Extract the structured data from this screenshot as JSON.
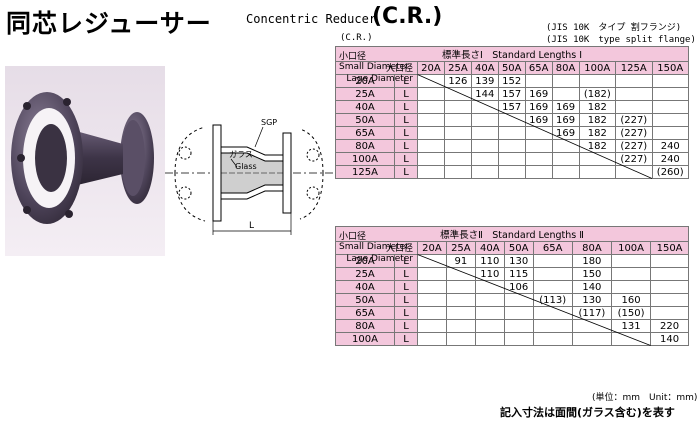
{
  "header": {
    "title_jp": "同芯レジューサー",
    "title_en": "Concentric Reducer",
    "title_code": "(C.R.)",
    "subtitle_code": "(C.R.)",
    "jis_line1": "(JIS 10K　タイプ 割フランジ)",
    "jis_line2": "(JIS 10K　type split flange)"
  },
  "drawing": {
    "label_sgp": "SGP",
    "label_glass_jp": "ガラス",
    "label_glass_en": "Glass",
    "label_length": "L"
  },
  "table1": {
    "title": "標準長さⅠ　Standard Lengths Ⅰ",
    "corner_large_jp": "大口径",
    "corner_large_en": "Lage Diameter",
    "corner_small_jp": "小口径",
    "corner_small_en": "Small Diameter",
    "columns": [
      "20A",
      "25A",
      "40A",
      "50A",
      "65A",
      "80A",
      "100A",
      "125A",
      "150A"
    ],
    "rows": [
      {
        "size": "20A",
        "unit": "L",
        "cells": [
          "",
          "126",
          "139",
          "152",
          "",
          "",
          "",
          "",
          ""
        ]
      },
      {
        "size": "25A",
        "unit": "L",
        "cells": [
          "",
          "",
          "144",
          "157",
          "169",
          "",
          "(182)",
          "",
          ""
        ]
      },
      {
        "size": "40A",
        "unit": "L",
        "cells": [
          "",
          "",
          "",
          "157",
          "169",
          "169",
          "182",
          "",
          ""
        ]
      },
      {
        "size": "50A",
        "unit": "L",
        "cells": [
          "",
          "",
          "",
          "",
          "169",
          "169",
          "182",
          "(227)",
          ""
        ]
      },
      {
        "size": "65A",
        "unit": "L",
        "cells": [
          "",
          "",
          "",
          "",
          "",
          "169",
          "182",
          "(227)",
          ""
        ]
      },
      {
        "size": "80A",
        "unit": "L",
        "cells": [
          "",
          "",
          "",
          "",
          "",
          "",
          "182",
          "(227)",
          "240"
        ]
      },
      {
        "size": "100A",
        "unit": "L",
        "cells": [
          "",
          "",
          "",
          "",
          "",
          "",
          "",
          "(227)",
          "240"
        ]
      },
      {
        "size": "125A",
        "unit": "L",
        "cells": [
          "",
          "",
          "",
          "",
          "",
          "",
          "",
          "",
          "(260)"
        ]
      }
    ]
  },
  "table2": {
    "title": "標準長さⅡ　Standard Lengths Ⅱ",
    "corner_large_jp": "大口径",
    "corner_large_en": "Lage Diameter",
    "corner_small_jp": "小口径",
    "corner_small_en": "Small Diameter",
    "columns": [
      "20A",
      "25A",
      "40A",
      "50A",
      "65A",
      "80A",
      "100A",
      "150A"
    ],
    "rows": [
      {
        "size": "20A",
        "unit": "L",
        "cells": [
          "",
          "91",
          "110",
          "130",
          "",
          "180",
          "",
          ""
        ]
      },
      {
        "size": "25A",
        "unit": "L",
        "cells": [
          "",
          "",
          "110",
          "115",
          "",
          "150",
          "",
          ""
        ]
      },
      {
        "size": "40A",
        "unit": "L",
        "cells": [
          "",
          "",
          "",
          "106",
          "",
          "140",
          "",
          ""
        ]
      },
      {
        "size": "50A",
        "unit": "L",
        "cells": [
          "",
          "",
          "",
          "",
          "(113)",
          "130",
          "160",
          ""
        ]
      },
      {
        "size": "65A",
        "unit": "L",
        "cells": [
          "",
          "",
          "",
          "",
          "",
          "(117)",
          "(150)",
          ""
        ]
      },
      {
        "size": "80A",
        "unit": "L",
        "cells": [
          "",
          "",
          "",
          "",
          "",
          "",
          "131",
          "220"
        ]
      },
      {
        "size": "100A",
        "unit": "L",
        "cells": [
          "",
          "",
          "",
          "",
          "",
          "",
          "",
          "140"
        ]
      }
    ]
  },
  "footer": {
    "unit_note": "(単位：mm　Unit：mm)",
    "note": "記入寸法は面間(ガラス含む)を表す"
  }
}
